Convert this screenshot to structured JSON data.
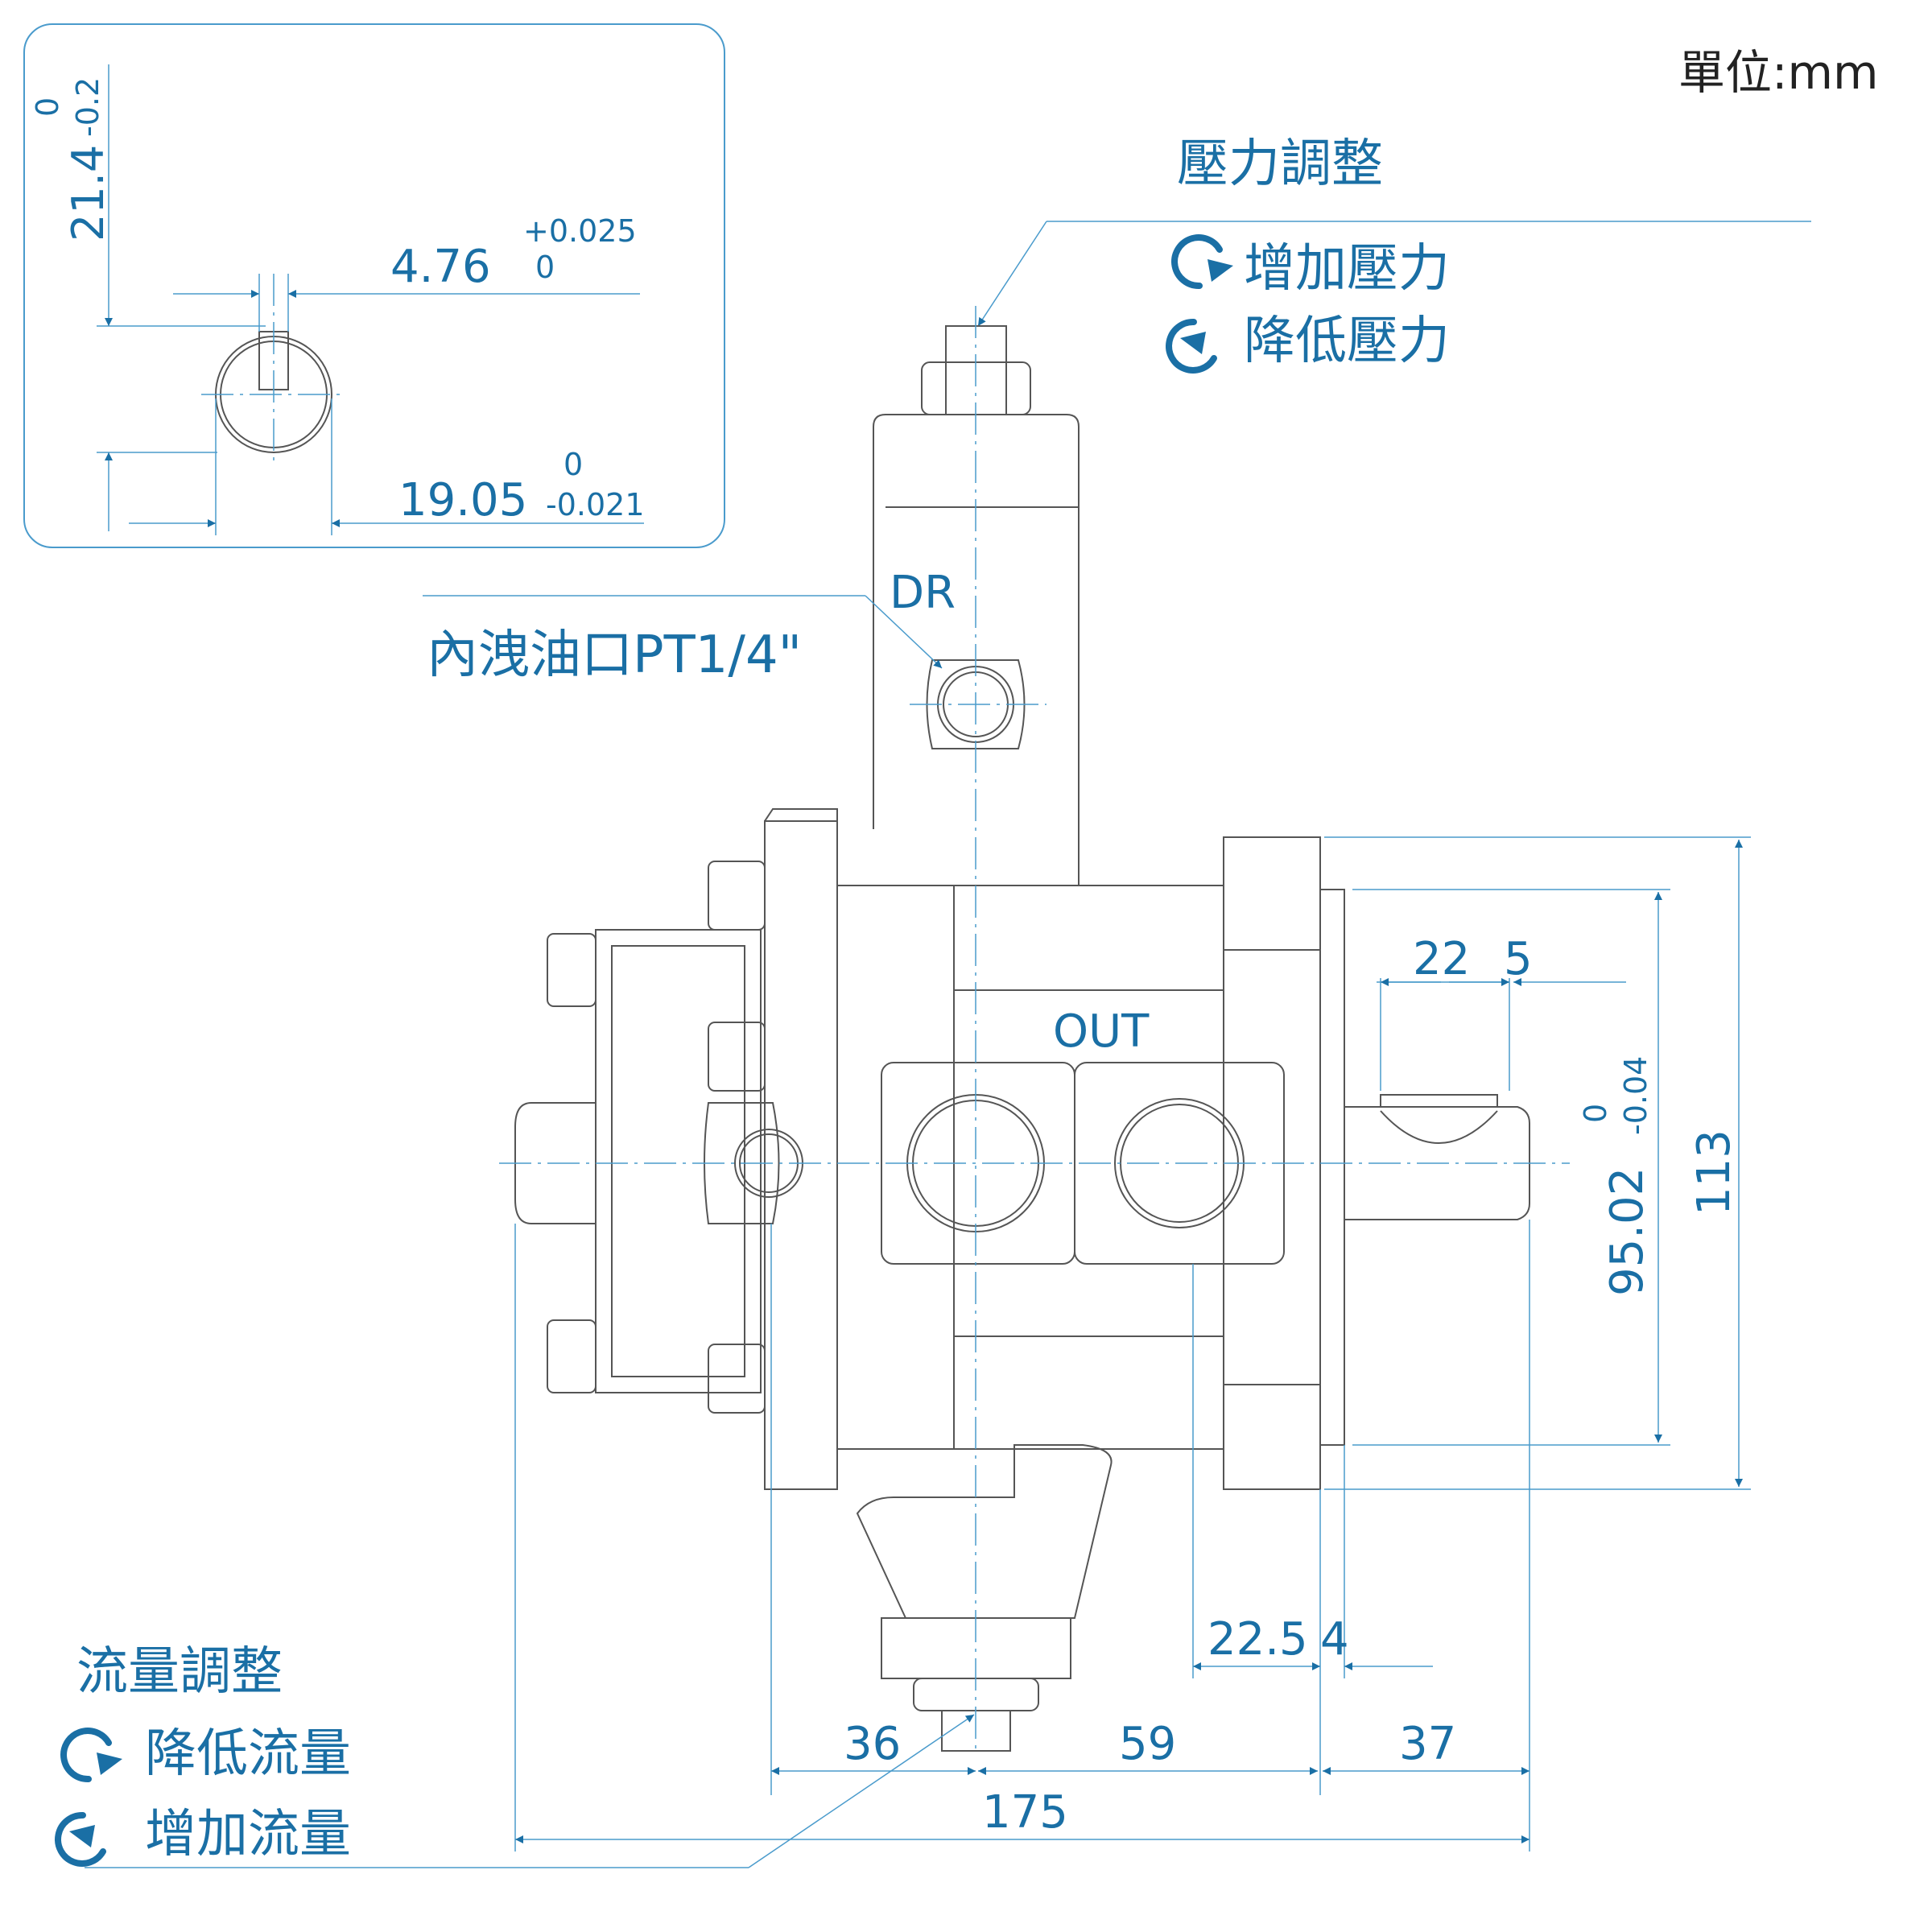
{
  "unit_label": "單位:mm",
  "pressure": {
    "title": "壓力調整",
    "increase": "增加壓力",
    "decrease": "降低壓力"
  },
  "flow": {
    "title": "流量調整",
    "decrease": "降低流量",
    "increase": "增加流量"
  },
  "ports": {
    "dr": "DR",
    "drain": "內洩油口PT1/4\"",
    "out": "OUT"
  },
  "shaft_detail": {
    "h_main": "21.4",
    "h_up": "0",
    "h_low": "-0.2",
    "key_main": "4.76",
    "key_up": "+0.025",
    "key_low": "0",
    "dia_main": "19.05",
    "dia_up": "0",
    "dia_low": "-0.021"
  },
  "dims": {
    "d22": "22",
    "d5": "5",
    "d95_main": "95.02",
    "d95_up": "0",
    "d95_low": "-0.04",
    "d113": "113",
    "d22_5": "22.5",
    "d4": "4",
    "d36": "36",
    "d59": "59",
    "d37": "37",
    "d175": "175"
  },
  "colors": {
    "dimension": "#1a6fa5",
    "outline": "#555555",
    "centerline": "#4a9bcc"
  },
  "icons": {
    "clockwise": "clockwise-arrow-icon",
    "counterclockwise": "counterclockwise-arrow-icon"
  }
}
